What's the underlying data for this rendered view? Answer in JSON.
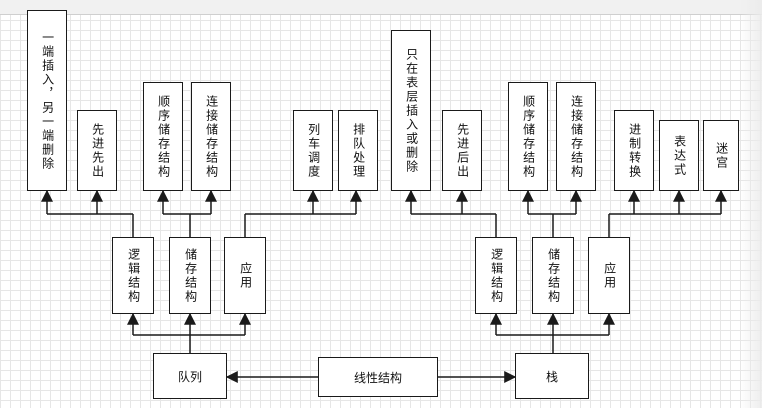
{
  "nodes": {
    "center": "线性结构",
    "queue": "队列",
    "stack": "栈",
    "queue_logic": "逻辑结构",
    "queue_storage": "储存结构",
    "queue_app": "应用",
    "queue_logic_rule": "一端插入，另一端删除",
    "queue_logic_fifo": "先进先出",
    "queue_storage_seq": "顺序储存结构",
    "queue_storage_link": "连接储存结构",
    "queue_app_sched": "列车调度",
    "queue_app_line": "排队处理",
    "stack_logic": "逻辑结构",
    "stack_storage": "储存结构",
    "stack_app": "应用",
    "stack_logic_rule": "只在表层插入或删除",
    "stack_logic_lifo": "先进后出",
    "stack_storage_seq": "顺序储存结构",
    "stack_storage_link": "连接储存结构",
    "stack_app_conv": "进制转换",
    "stack_app_expr": "表达式",
    "stack_app_maze": "迷宫"
  },
  "colors": {
    "line": "#1a1a1a",
    "grid": "#e6e6e6"
  }
}
